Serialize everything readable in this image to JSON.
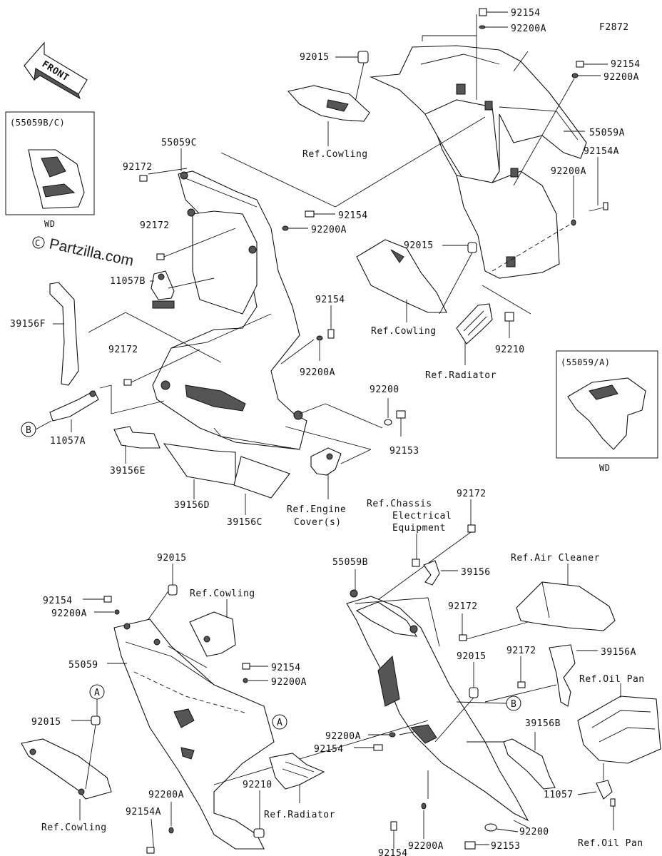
{
  "figure_code": "F2872",
  "watermark": "Partzilla.com",
  "front_arrow_label": "FRONT",
  "insets": [
    {
      "title": "(55059B/C)",
      "caption": "WD"
    },
    {
      "title": "(55059/A)",
      "caption": "WD"
    }
  ],
  "markers": {
    "A": "A",
    "B": "B"
  },
  "labels": {
    "92154_top": "92154",
    "92200A_top": "92200A",
    "92015_top": "92015",
    "92154_topright": "92154",
    "92200A_topright": "92200A",
    "55059A": "55059A",
    "ref_cowling_1": "Ref.Cowling",
    "55059C": "55059C",
    "92172_a": "92172",
    "92172_b": "92172",
    "92154_mid": "92154",
    "92200A_mid": "92200A",
    "92154A_right": "92154A",
    "92200A_right": "92200A",
    "11057B": "11057B",
    "92015_mid": "92015",
    "39156F": "39156F",
    "ref_cowling_2": "Ref.Cowling",
    "92154_c": "92154",
    "92210_top": "92210",
    "92200A_c": "92200A",
    "92172_c": "92172",
    "ref_radiator_1": "Ref.Radiator",
    "11057A": "11057A",
    "92200_mid": "92200",
    "92153_mid": "92153",
    "39156E": "39156E",
    "39156D": "39156D",
    "39156C": "39156C",
    "ref_engine_1": "Ref.Engine",
    "ref_engine_2": "Cover(s)",
    "ref_chassis_1": "Ref.Chassis",
    "ref_chassis_2": "Electrical",
    "ref_chassis_3": "Equipment",
    "92172_d": "92172",
    "92015_low": "92015",
    "55059B": "55059B",
    "39156": "39156",
    "ref_air_cleaner": "Ref.Air Cleaner",
    "ref_cowling_3": "Ref.Cowling",
    "92154_low1": "92154",
    "92200A_low1": "92200A",
    "92172_e": "92172",
    "55059": "55059",
    "92015_low2": "92015",
    "92172_f": "92172",
    "39156A": "39156A",
    "92154_low2": "92154",
    "92200A_low2": "92200A",
    "ref_oil_pan_1": "Ref.Oil Pan",
    "92015_low3": "92015",
    "92200A_low3": "92200A",
    "92154_low3": "92154",
    "39156B": "39156B",
    "92210_low": "92210",
    "11057": "11057",
    "92200A_low4": "92200A",
    "92154A_low": "92154A",
    "ref_cowling_4": "Ref.Cowling",
    "ref_radiator_2": "Ref.Radiator",
    "92200A_low5": "92200A",
    "92154_low4": "92154",
    "92200_low": "92200",
    "92153_low": "92153",
    "ref_oil_pan_2": "Ref.Oil Pan"
  }
}
